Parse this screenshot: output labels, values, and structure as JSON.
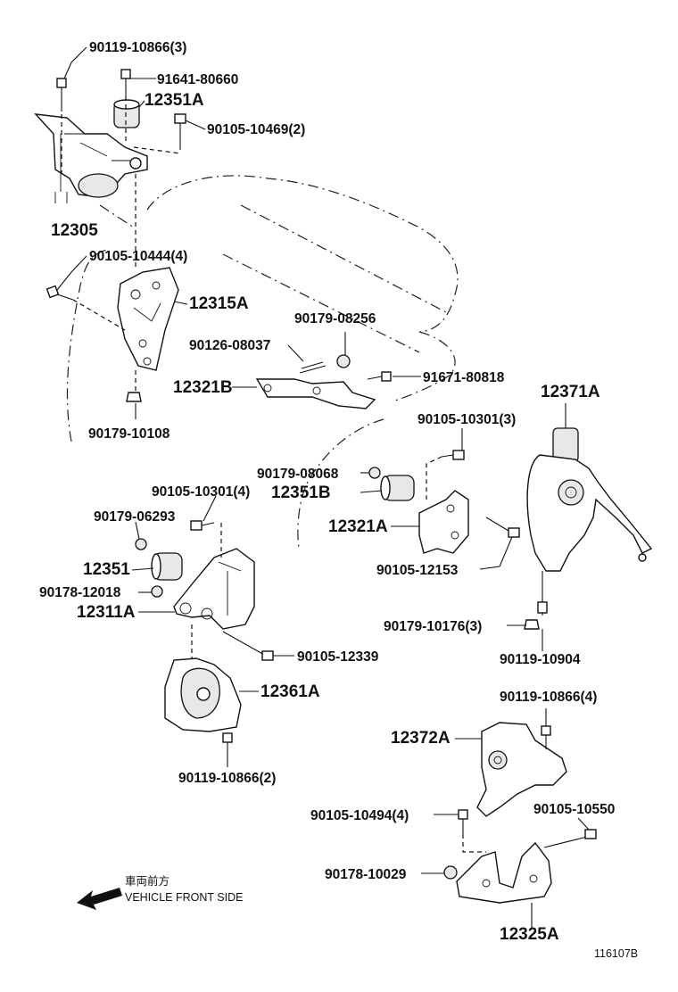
{
  "labels": {
    "p_90119_10866_3": "90119-10866(3)",
    "p_91641_80660": "91641-80660",
    "p_12351A": "12351A",
    "p_90105_10469_2": "90105-10469(2)",
    "p_12305": "12305",
    "p_90105_10444_4": "90105-10444(4)",
    "p_12315A": "12315A",
    "p_90179_08256": "90179-08256",
    "p_90126_08037": "90126-08037",
    "p_12321B": "12321B",
    "p_91671_80818": "91671-80818",
    "p_90179_10108": "90179-10108",
    "p_12371A": "12371A",
    "p_90105_10301_3": "90105-10301(3)",
    "p_90179_08068": "90179-08068",
    "p_12351B": "12351B",
    "p_12321A": "12321A",
    "p_90105_12153": "90105-12153",
    "p_90105_10301_4": "90105-10301(4)",
    "p_90179_06293": "90179-06293",
    "p_12351": "12351",
    "p_90178_12018": "90178-12018",
    "p_12311A": "12311A",
    "p_90105_12339": "90105-12339",
    "p_90179_10176_3": "90179-10176(3)",
    "p_90119_10904": "90119-10904",
    "p_12361A": "12361A",
    "p_90119_10866_4": "90119-10866(4)",
    "p_12372A": "12372A",
    "p_90119_10866_2": "90119-10866(2)",
    "p_90105_10494_4": "90105-10494(4)",
    "p_90105_10550": "90105-10550",
    "p_90178_10029": "90178-10029",
    "p_12325A": "12325A"
  },
  "legend": {
    "jp": "車両前方",
    "en": "VEHICLE FRONT SIDE"
  },
  "figure_number": "116107B"
}
